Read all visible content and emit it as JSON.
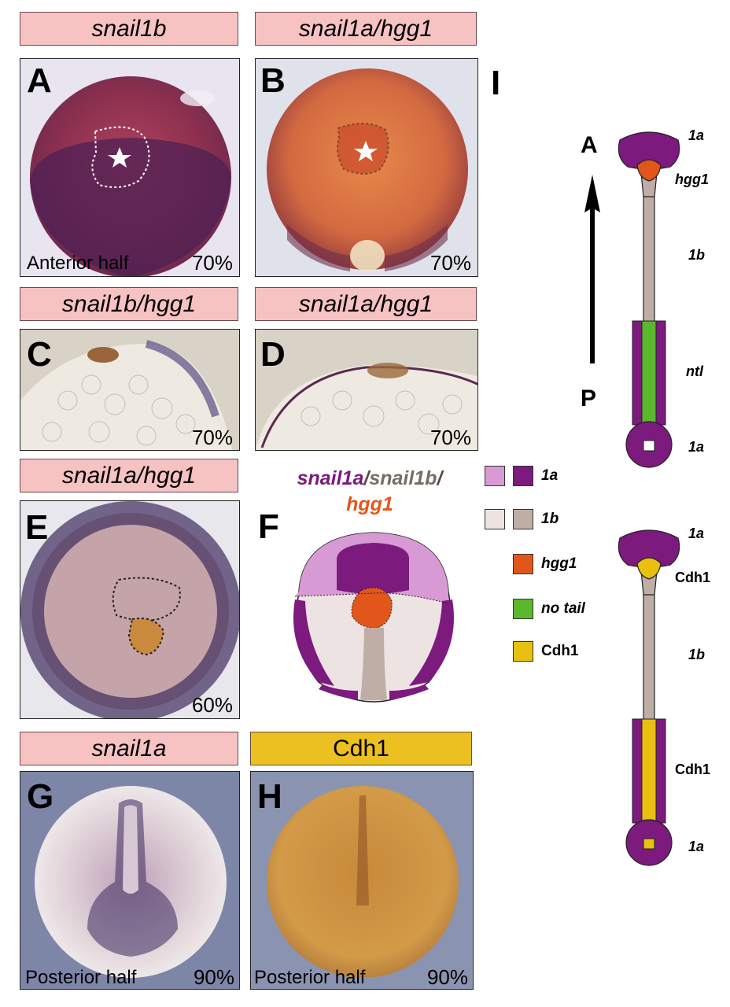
{
  "panel_labels": {
    "A": "snail1b",
    "B": "snail1a/hgg1",
    "C": "snail1b/hgg1",
    "D": "snail1a/hgg1",
    "E": "snail1a/hgg1",
    "G": "snail1a",
    "H": "Cdh1"
  },
  "letters": [
    "A",
    "B",
    "C",
    "D",
    "E",
    "F",
    "G",
    "H",
    "I"
  ],
  "captions": {
    "anterior_half": "Anterior half",
    "posterior_half_g": "Posterior half",
    "posterior_half_h": "Posterior half"
  },
  "stages": {
    "A": "70%",
    "B": "70%",
    "C": "70%",
    "D": "70%",
    "E": "60%",
    "G": "90%",
    "H": "90%"
  },
  "panel_f_title": {
    "part1": "snail1a",
    "sep1": "/",
    "part2": "snail1b",
    "sep2": "/",
    "part3": "hgg1"
  },
  "legend": [
    {
      "label": "1a",
      "colors": [
        "#d79ad4",
        "#7c1a7e"
      ]
    },
    {
      "label": "1b",
      "colors": [
        "#ede3e3",
        "#bfaea6"
      ]
    },
    {
      "label": "hgg1",
      "colors": [
        "#e2561c"
      ]
    },
    {
      "label": "no tail",
      "colors": [
        "#5bb82c"
      ]
    },
    {
      "label": "Cdh1",
      "colors": [
        "#e9c010"
      ]
    }
  ],
  "diagram_top": {
    "axis_top": "A",
    "axis_bottom": "P",
    "labels": {
      "head": "1a",
      "prechordal": "hgg1",
      "stem": "1b",
      "notochord": "ntl",
      "tail": "1a"
    }
  },
  "diagram_bottom": {
    "labels": {
      "head": "1a",
      "prechordal": "Cdh1",
      "stem": "1b",
      "notochord": "Cdh1",
      "tail": "1a"
    }
  },
  "colors": {
    "label_pink": "#f7c2c2",
    "label_yellow": "#ecc020",
    "purple": "#7c1a7e",
    "purple_light": "#d79ad4",
    "taupe": "#bfaea6",
    "taupe_light": "#ede3e3",
    "orange": "#e2561c",
    "green": "#5bb82c",
    "yellow": "#e9c010"
  }
}
